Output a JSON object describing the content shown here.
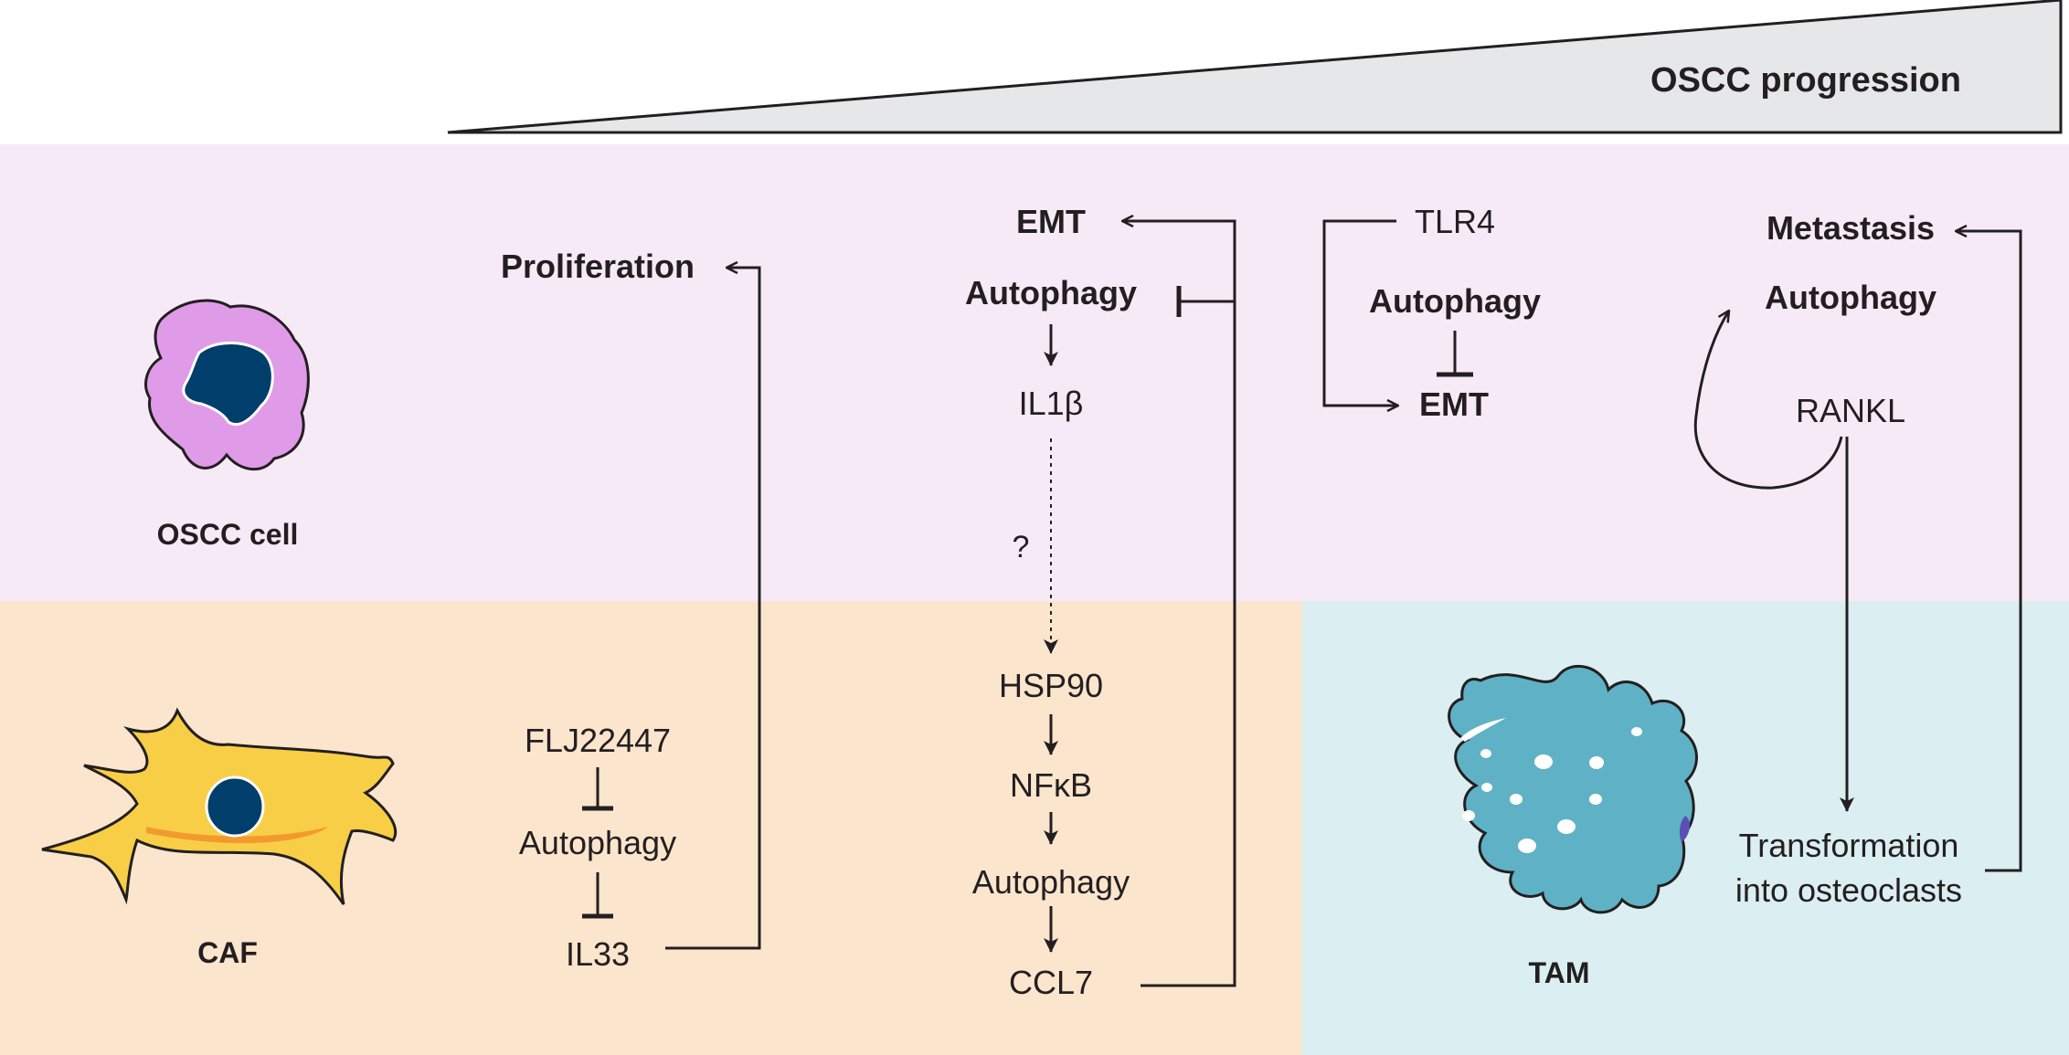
{
  "header": {
    "progression_label": "OSCC progression"
  },
  "cells": {
    "oscc_cell": "OSCC cell",
    "caf": "CAF",
    "tam": "TAM"
  },
  "caf_pathway": {
    "flj22447": "FLJ22447",
    "autophagy": "Autophagy",
    "il33": "IL33",
    "proliferation": "Proliferation"
  },
  "hsp90_pathway": {
    "emt": "EMT",
    "autophagy_top": "Autophagy",
    "il1b": "IL1β",
    "unknown": "?",
    "hsp90": "HSP90",
    "nfkb": "NFκB",
    "autophagy_bottom": "Autophagy",
    "ccl7": "CCL7"
  },
  "tlr4_pathway": {
    "tlr4": "TLR4",
    "autophagy": "Autophagy",
    "emt": "EMT"
  },
  "rankl_pathway": {
    "metastasis": "Metastasis",
    "autophagy": "Autophagy",
    "rankl": "RANKL",
    "transformation_line1": "Transformation",
    "transformation_line2": "into osteoclasts"
  },
  "colors": {
    "oscc_region": "#f7eaf7",
    "caf_region": "#fce5cd",
    "tam_region": "#dbeef1",
    "progression_wedge": "#e6e7e8",
    "oscc_cell_body": "#e09be8",
    "nucleus": "#003f6b",
    "caf_body": "#f8ce46",
    "caf_streak": "#f29a2e",
    "tam_body": "#5fb2c5",
    "ink": "#231f20"
  }
}
